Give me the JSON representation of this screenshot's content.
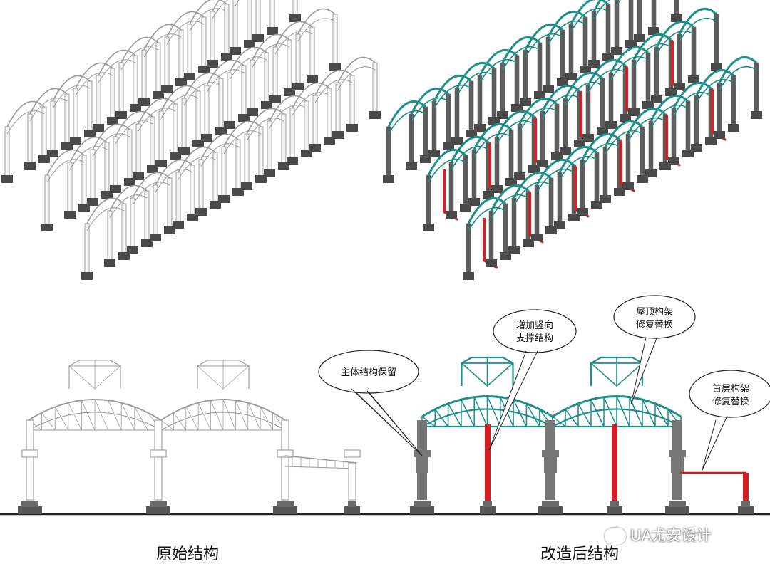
{
  "captions": {
    "original": "原始结构",
    "modified": "改造后结构"
  },
  "callouts": [
    {
      "id": "keep-main",
      "line1": "主体结构保留",
      "line2": ""
    },
    {
      "id": "add-vertical",
      "line1": "增加竖向",
      "line2": "支撑结构"
    },
    {
      "id": "roof-truss",
      "line1": "屋顶构架",
      "line2": "修复替换"
    },
    {
      "id": "ground-frame",
      "line1": "首层构架",
      "line2": "修复替换"
    }
  ],
  "watermark": "UA尤安设计",
  "colors": {
    "original_structure": "#8a8a8a",
    "roof_truss_new": "#1f8f8a",
    "new_support": "#d41e24",
    "retained_structure": "#6e6e6e",
    "ground": "#222222"
  }
}
